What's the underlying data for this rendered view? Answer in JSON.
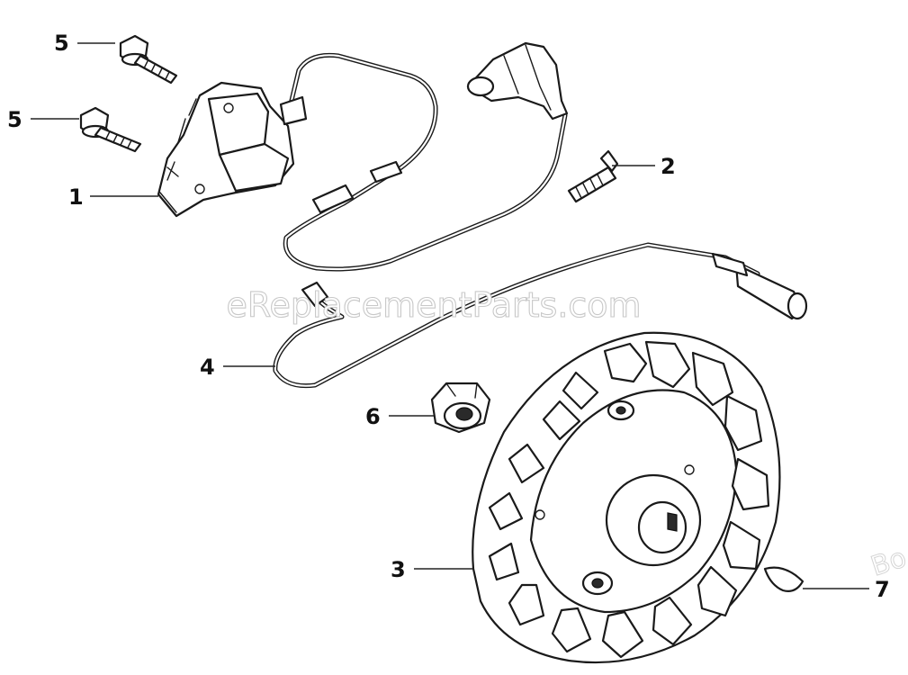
{
  "callouts": {
    "c5a": "5",
    "c5b": "5",
    "c1": "1",
    "c2": "2",
    "c4": "4",
    "c6": "6",
    "c3": "3",
    "c7": "7"
  },
  "watermark": "eReplacementParts.com",
  "corner_mark": "Bo"
}
